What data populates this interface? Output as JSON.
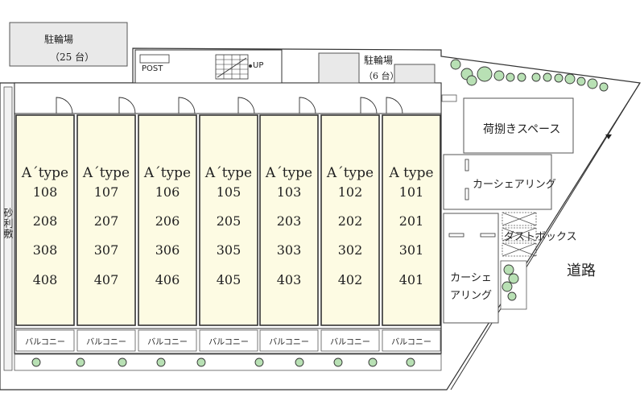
{
  "bicycle_parking_large": {
    "label": "駐輪場",
    "capacity": "（25 台）"
  },
  "bicycle_parking_small": {
    "label": "駐輪場",
    "capacity": "（6 台）"
  },
  "post_label": "POST",
  "stairs_label": "UP",
  "gravel_label": "砂利敷",
  "loading_space_label": "荷捌きスペース",
  "car_sharing_1_label": "カーシェアリング",
  "car_sharing_2_label": "カーシェアリング",
  "dust_box_label": "ダストボックス",
  "road_label": "道路",
  "units": [
    {
      "type": "A´type",
      "rooms": [
        "108",
        "208",
        "308",
        "408"
      ],
      "balcony": "バルコニー"
    },
    {
      "type": "A´type",
      "rooms": [
        "107",
        "207",
        "307",
        "407"
      ],
      "balcony": "バルコニー"
    },
    {
      "type": "A´type",
      "rooms": [
        "106",
        "206",
        "306",
        "406"
      ],
      "balcony": "バルコニー"
    },
    {
      "type": "A´type",
      "rooms": [
        "105",
        "205",
        "305",
        "405"
      ],
      "balcony": "バルコニー"
    },
    {
      "type": "A´type",
      "rooms": [
        "103",
        "203",
        "303",
        "403"
      ],
      "balcony": "バルコニー"
    },
    {
      "type": "A´type",
      "rooms": [
        "102",
        "202",
        "302",
        "402"
      ],
      "balcony": "バルコニー"
    },
    {
      "type": "A type",
      "rooms": [
        "101",
        "201",
        "301",
        "401"
      ],
      "balcony": "バルコニー"
    }
  ],
  "colors": {
    "unit_fill": "#fdfbe3",
    "parking_fill": "#e9e9e9",
    "tree_fill": "#b8e0b4",
    "line": "#333333"
  }
}
